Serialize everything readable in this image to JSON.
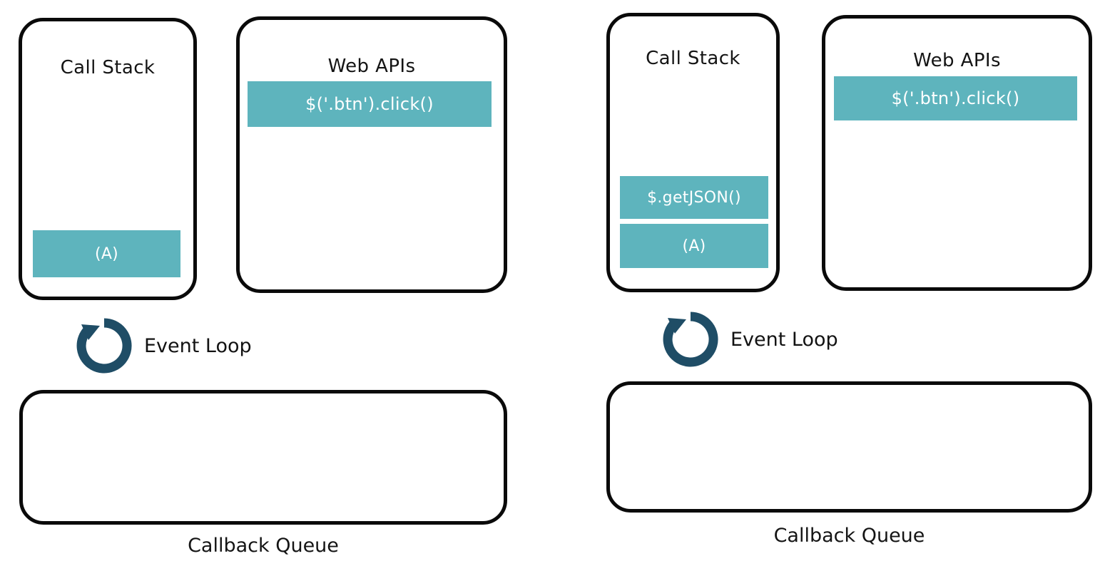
{
  "meta": {
    "title": "JavaScript Event Loop — Call Stack / Web APIs / Callback Queue",
    "background": "#ffffff",
    "frame_color": "#5eb4bd",
    "outline_color": "#0a0a0a",
    "event_loop_color": "#1f4d66",
    "frame_text_color": "#ffffff",
    "label_text_color": "#141414"
  },
  "diagrams": [
    {
      "id": "left",
      "call_stack": {
        "title": "Call Stack",
        "frames": [
          {
            "label": "(A)"
          }
        ]
      },
      "web_apis": {
        "title": "Web APIs",
        "frames": [
          {
            "label": "$('.btn').click()"
          }
        ]
      },
      "event_loop": {
        "label": "Event Loop",
        "icon": "circular-arrow-icon"
      },
      "callback_queue": {
        "caption": "Callback Queue",
        "items": []
      }
    },
    {
      "id": "right",
      "call_stack": {
        "title": "Call Stack",
        "frames": [
          {
            "label": "$.getJSON()"
          },
          {
            "label": "(A)"
          }
        ]
      },
      "web_apis": {
        "title": "Web APIs",
        "frames": [
          {
            "label": "$('.btn').click()"
          }
        ]
      },
      "event_loop": {
        "label": "Event Loop",
        "icon": "circular-arrow-icon"
      },
      "callback_queue": {
        "caption": "Callback Queue",
        "items": []
      }
    }
  ]
}
